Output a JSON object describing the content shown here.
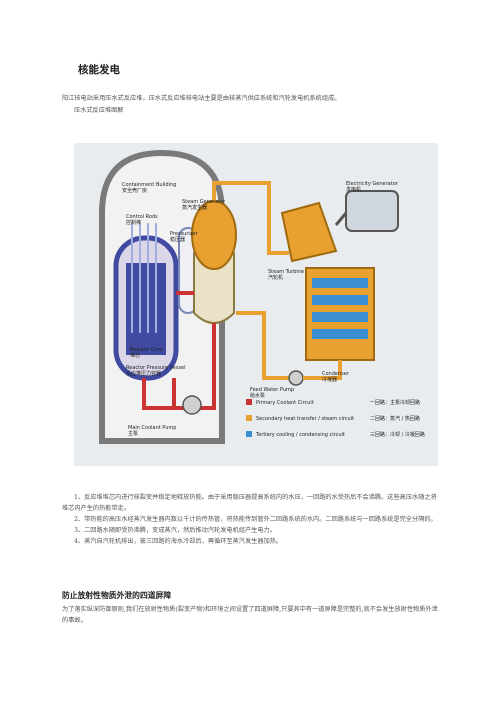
{
  "heading": "核能发电",
  "intro": "阳江核电站采用压水式反应堆，压水式反应堆核电站主要是由核蒸汽供应系统和汽轮发电机系统组成。",
  "figure_caption": "压水式反应堆图解",
  "diagram": {
    "labels": {
      "containment": [
        "Containment Building",
        "安全壳厂房"
      ],
      "steam_generator": [
        "Steam Generator",
        "蒸汽发生器"
      ],
      "control_rods": [
        "Control Rods",
        "控制棒"
      ],
      "pressurizer": [
        "Pressurizer",
        "稳压器"
      ],
      "electricity_generator": [
        "Electricity Generator",
        "发电机"
      ],
      "steam_turbine": [
        "Steam Turbine",
        "汽轮机"
      ],
      "reactor_core": [
        "Reactor Core",
        "堆芯"
      ],
      "reactor_vessel": [
        "Reactor Pressure Vessel",
        "反应堆压力容器"
      ],
      "condenser": [
        "Condenser",
        "冷凝器"
      ],
      "feed_water_pump": [
        "Feed Water Pump",
        "给水泵"
      ],
      "main_coolant_pump": [
        "Main Coolant Pump",
        "主泵"
      ]
    },
    "legend": [
      {
        "en": "Primary Coolant Circuit",
        "zh": "一回路：主泵冷却回路",
        "color": "#cc3333"
      },
      {
        "en": "Secondary heat transfer / steam circuit",
        "zh": "二回路：蒸汽 / 热回路",
        "color": "#e8a030"
      },
      {
        "en": "Tertiary cooling / condensing circuit",
        "zh": "三回路：冷却 / 冷凝回路",
        "color": "#3a8fd0"
      }
    ]
  },
  "steps": [
    "1、反应堆堆芯内进行核裂变并稳定地释放热能。由于采用稳压器提高系统内的水压，一回路的水受热后不会沸腾。这些高压水随之将堆芯内产生的热能带走。",
    "2、带热能的高压水经蒸汽发生器内数以千计的传热管，将热能传到管外二回路系统的水内。二回路系统与一回路系统是完全分隔的。",
    "3、二回路水随即受热沸腾，变成蒸汽，然后推动汽轮发电机组产生电力。",
    "4、蒸汽自汽轮机排出，被三回路的海水冷却后，再循环至蒸汽发生器加热。"
  ],
  "section2_heading": "防止放射性物质外泄的四道屏障",
  "section2_text": "为了落实纵深防御原则,我们在放射性物质(裂变产物)和环境之间设置了四道屏障,只要其中有一道屏障是完整的,就不会发生放射性物质外泄的事故。"
}
